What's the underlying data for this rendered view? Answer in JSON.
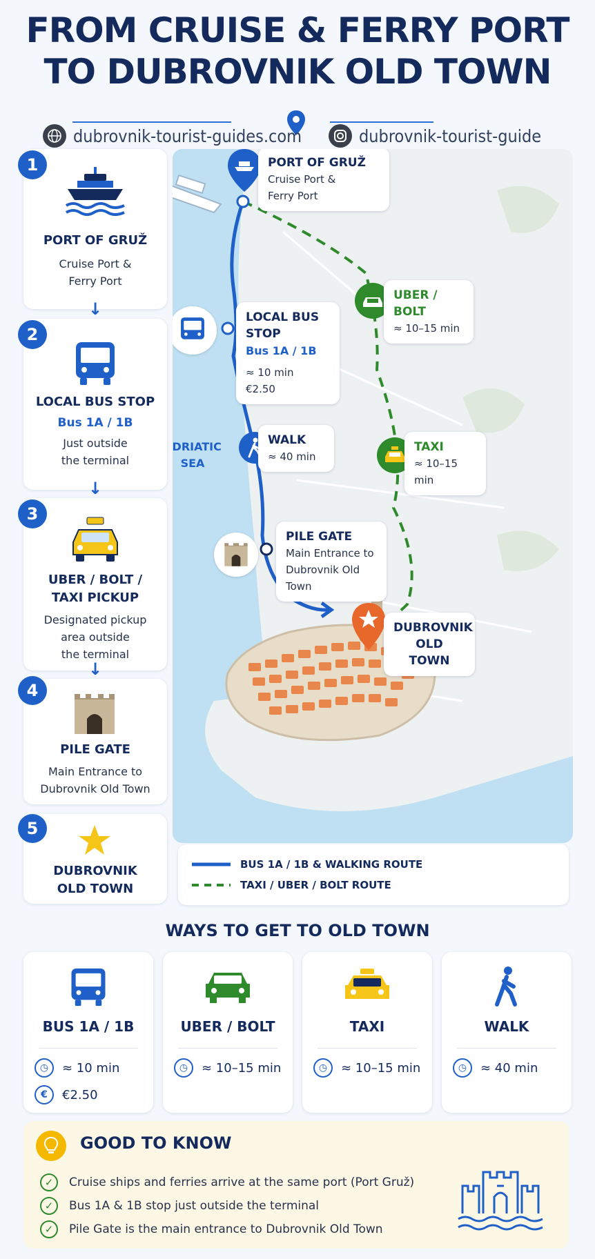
{
  "header": {
    "title_line1": "FROM CRUISE & FERRY PORT",
    "title_line2": "TO DUBROVNIK OLD TOWN",
    "website": "dubrovnik-tourist-guides.com",
    "instagram": "dubrovnik-tourist-guide"
  },
  "steps": [
    {
      "num": "1",
      "title": "PORT OF GRUŽ",
      "sub1": "Cruise Port &",
      "sub2": "Ferry Port"
    },
    {
      "num": "2",
      "title": "LOCAL BUS STOP",
      "highlight": "Bus 1A / 1B",
      "sub1": "Just outside",
      "sub2": "the terminal"
    },
    {
      "num": "3",
      "title1": "UBER / BOLT /",
      "title2": "TAXI PICKUP",
      "sub1": "Designated pickup",
      "sub2": "area outside",
      "sub3": "the terminal"
    },
    {
      "num": "4",
      "title": "PILE GATE",
      "sub1": "Main Entrance to",
      "sub2": "Dubrovnik Old Town"
    },
    {
      "num": "5",
      "title1": "DUBROVNIK",
      "title2": "OLD TOWN"
    }
  ],
  "map": {
    "sea_label1": "ADRIATIC",
    "sea_label2": "SEA",
    "port": {
      "title": "PORT OF GRUŽ",
      "sub1": "Cruise Port &",
      "sub2": "Ferry Port"
    },
    "bus": {
      "title": "LOCAL BUS STOP",
      "highlight": "Bus 1A / 1B",
      "time": "≈ 10 min",
      "price": "€2.50"
    },
    "walk": {
      "title": "WALK",
      "time": "≈ 40 min"
    },
    "pile": {
      "title": "PILE GATE",
      "sub1": "Main Entrance to",
      "sub2": "Dubrovnik Old Town"
    },
    "uber": {
      "title": "UBER / BOLT",
      "time": "≈ 10–15 min"
    },
    "taxi": {
      "title": "TAXI",
      "time": "≈ 10–15 min"
    },
    "oldtown": {
      "title1": "DUBROVNIK",
      "title2": "OLD TOWN"
    }
  },
  "legend": {
    "bus_walk": "BUS 1A / 1B & WALKING ROUTE",
    "taxi": "TAXI / UBER / BOLT ROUTE"
  },
  "ways": {
    "title": "WAYS TO GET TO OLD TOWN",
    "items": [
      {
        "title": "BUS 1A / 1B",
        "time": "≈ 10 min",
        "price": "€2.50"
      },
      {
        "title": "UBER / BOLT",
        "time": "≈ 10–15 min"
      },
      {
        "title": "TAXI",
        "time": "≈ 10–15 min"
      },
      {
        "title": "WALK",
        "time": "≈ 40 min"
      }
    ]
  },
  "good_to_know": {
    "title": "GOOD TO KNOW",
    "tips": [
      "Cruise ships and ferries arrive at the same port (Port Gruž)",
      "Bus 1A & 1B stop just outside the terminal",
      "Pile Gate is the main entrance to Dubrovnik Old Town"
    ]
  },
  "colors": {
    "navy": "#14295c",
    "blue": "#1f5fc8",
    "green": "#2f8a2c",
    "orange": "#e8672a",
    "sea": "#bfe0f3"
  }
}
